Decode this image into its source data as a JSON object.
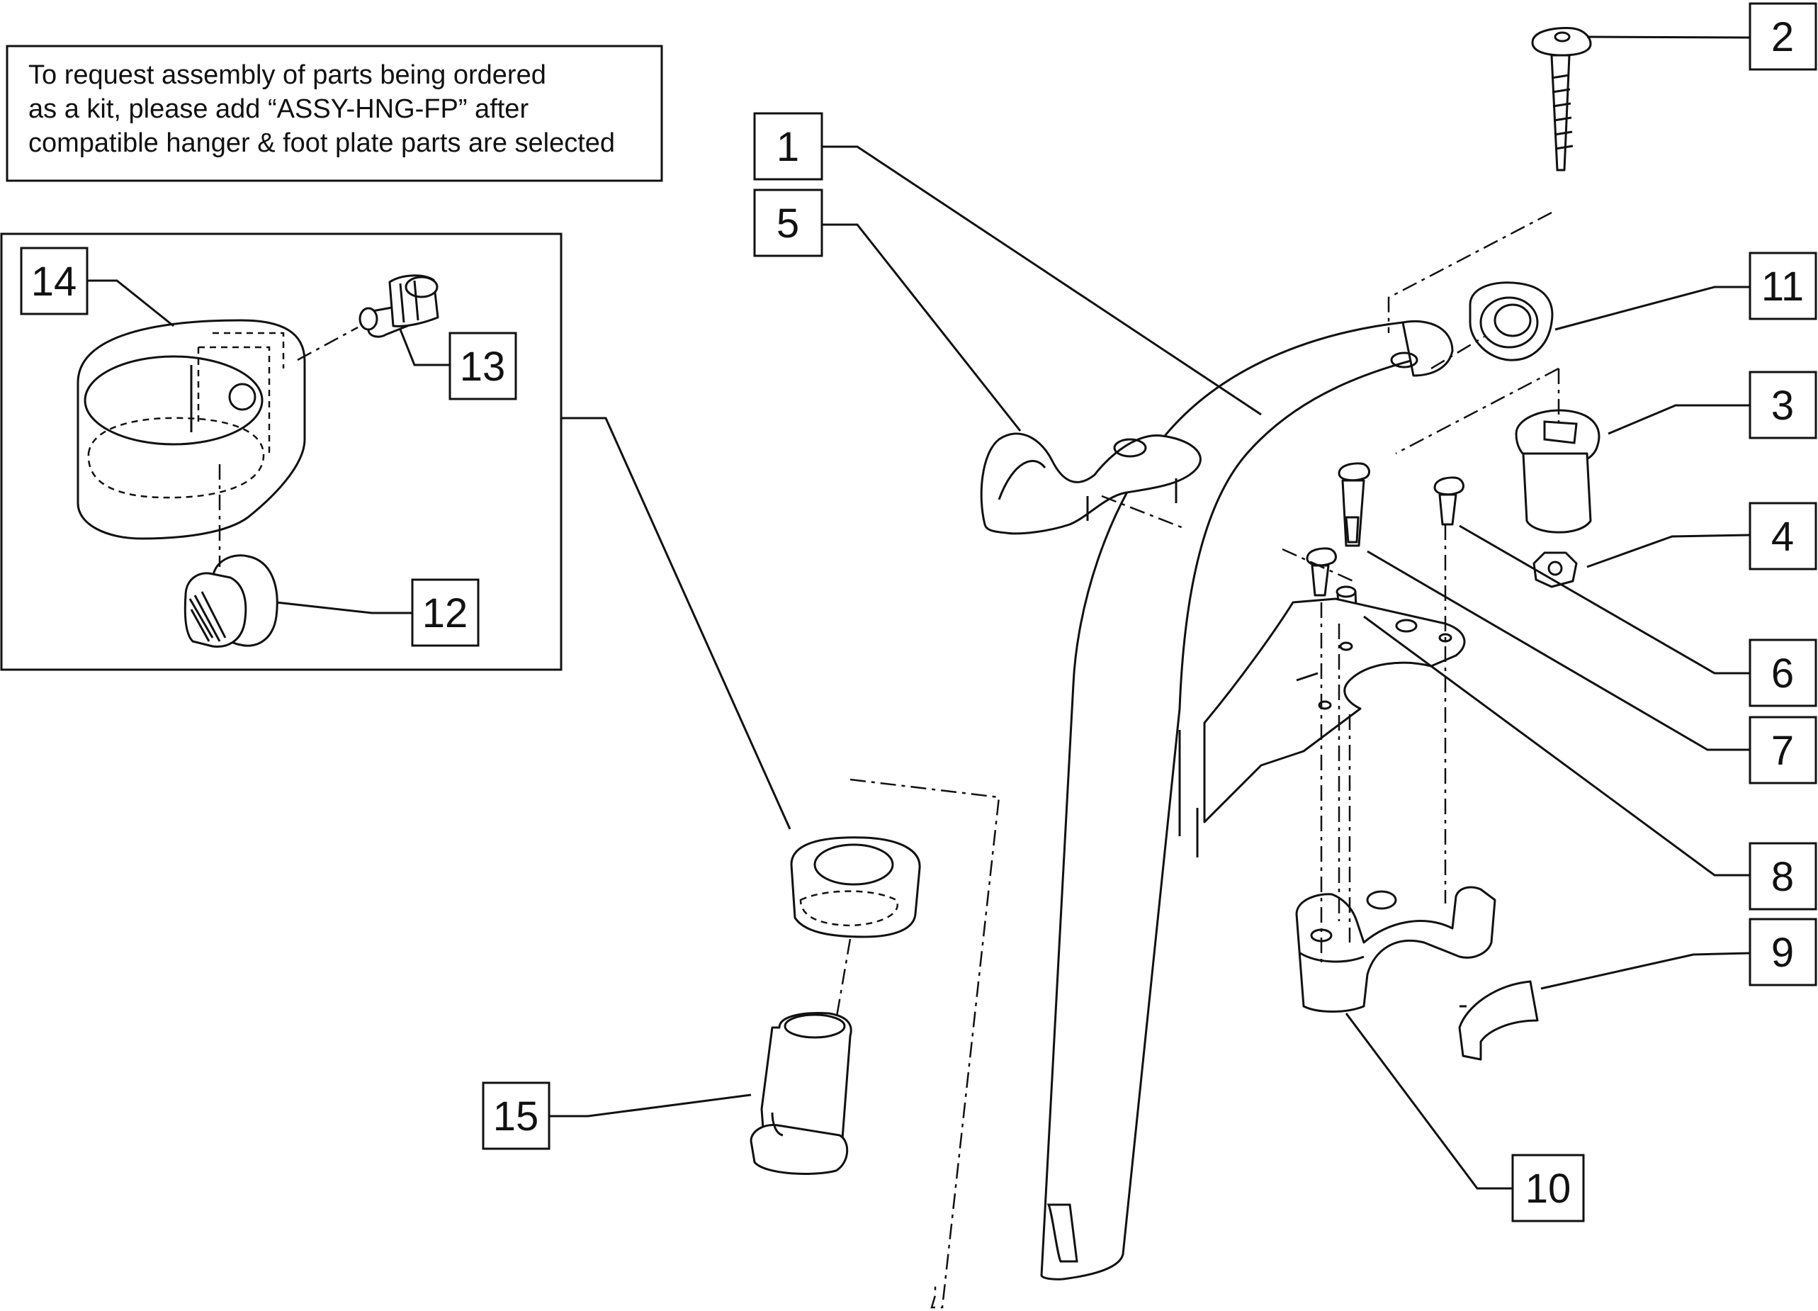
{
  "note": {
    "lines": [
      "To request assembly of parts being ordered",
      "as a kit, please add “ASSY-HNG-FP” after",
      "compatible hanger & foot plate parts are selected"
    ]
  },
  "callouts": [
    {
      "id": "1",
      "label": "1"
    },
    {
      "id": "2",
      "label": "2"
    },
    {
      "id": "3",
      "label": "3"
    },
    {
      "id": "4",
      "label": "4"
    },
    {
      "id": "5",
      "label": "5"
    },
    {
      "id": "6",
      "label": "6"
    },
    {
      "id": "7",
      "label": "7"
    },
    {
      "id": "8",
      "label": "8"
    },
    {
      "id": "9",
      "label": "9"
    },
    {
      "id": "10",
      "label": "10"
    },
    {
      "id": "11",
      "label": "11"
    },
    {
      "id": "12",
      "label": "12"
    },
    {
      "id": "13",
      "label": "13"
    },
    {
      "id": "14",
      "label": "14"
    },
    {
      "id": "15",
      "label": "15"
    }
  ]
}
